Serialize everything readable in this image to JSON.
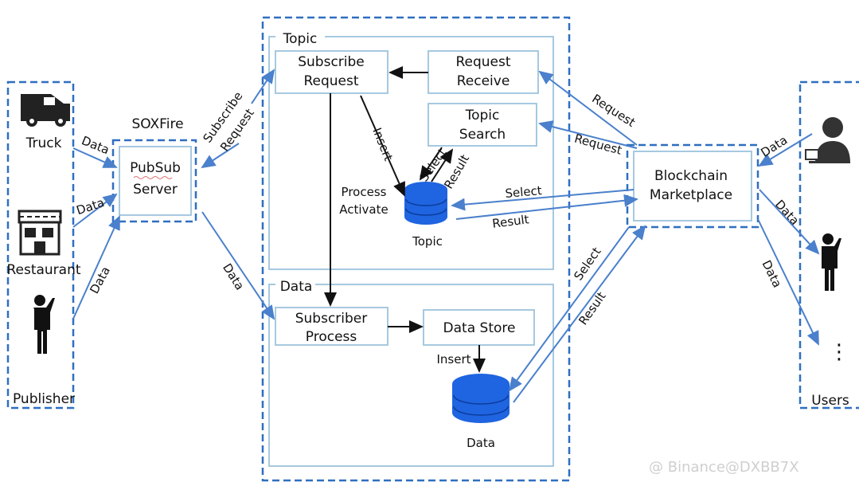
{
  "colors": {
    "dashed": "#2f6fc0",
    "box_border": "#9cc3dd",
    "arrow_blue": "#4a80cc",
    "arrow_black": "#111111",
    "db_fill": "#1f64e0"
  },
  "publisher": {
    "label": "Publisher",
    "items": [
      {
        "label": "Truck",
        "icon": "truck-icon"
      },
      {
        "label": "Restaurant",
        "icon": "store-icon"
      },
      {
        "label": "",
        "icon": "person-phone-icon"
      }
    ]
  },
  "soxfire": {
    "label": "SOXFire",
    "box_line1": "PubSub",
    "box_line2": "Server"
  },
  "topic": {
    "label": "Topic",
    "subscribe_request": [
      "Subscribe",
      "Request"
    ],
    "request_receive": [
      "Request",
      "Receive"
    ],
    "topic_search": [
      "Topic",
      "Search"
    ],
    "db_label": "Topic",
    "process_activate": [
      "Process",
      "Activate"
    ],
    "insert": "Insert",
    "select": "Select",
    "result": "Result"
  },
  "data": {
    "label": "Data",
    "subscriber_process": [
      "Subscriber",
      "Process"
    ],
    "data_store": "Data Store",
    "insert": "Insert",
    "db_label": "Data"
  },
  "marketplace": {
    "line1": "Blockchain",
    "line2": "Marketplace"
  },
  "users": {
    "label": "Users",
    "ellipsis": "⋮"
  },
  "edges": {
    "data": "Data",
    "subscribe": "Subscribe",
    "request": "Request",
    "select": "Select",
    "result": "Result"
  },
  "watermark": "@ Binance@DXBB7X"
}
